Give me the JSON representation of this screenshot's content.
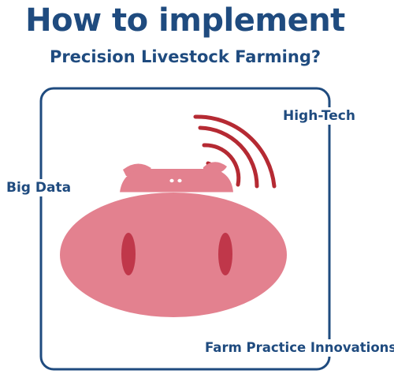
{
  "title": "How to implement",
  "subtitle": "Precision Livestock Farming?",
  "labels": {
    "high_tech": "High-Tech",
    "big_data": "Big Data",
    "farm_practice": "Farm Practice Innovations"
  },
  "colors": {
    "navy": "#1f4b7f",
    "pig_pink": "#e3818f",
    "pig_dark": "#c0374a",
    "signal_red": "#b52a33"
  },
  "icons": [
    "pig-face-icon",
    "wireless-signal-icon"
  ]
}
